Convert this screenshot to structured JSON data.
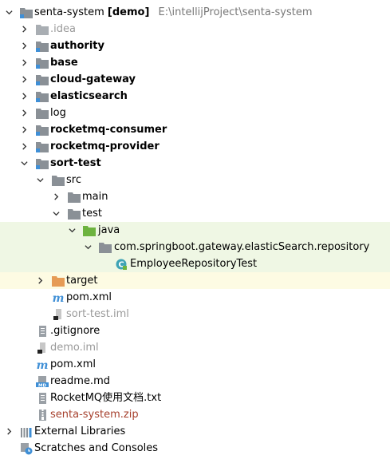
{
  "colors": {
    "folder_gray": "#8a9096",
    "folder_green": "#6db33f",
    "folder_orange": "#e69b55",
    "module_blue": "#3f8fd6",
    "class_teal": "#3ea3b5",
    "test_highlight": "#eff7e4",
    "excluded_highlight": "#fdfbe3",
    "dim_text": "#9a9a9a",
    "archive_text": "#a6402d"
  },
  "tree": {
    "root": {
      "label": "senta-system",
      "module_tag": "[demo]",
      "path": "E:\\intellijProject\\senta-system"
    },
    "items": [
      {
        "label": ".idea"
      },
      {
        "label": "authority"
      },
      {
        "label": "base"
      },
      {
        "label": "cloud-gateway"
      },
      {
        "label": "elasticsearch"
      },
      {
        "label": "log"
      },
      {
        "label": "rocketmq-consumer"
      },
      {
        "label": "rocketmq-provider"
      },
      {
        "label": "sort-test"
      },
      {
        "label": "src"
      },
      {
        "label": "main"
      },
      {
        "label": "test"
      },
      {
        "label": "java"
      },
      {
        "label": "com.springboot.gateway.elasticSearch.repository"
      },
      {
        "label": "EmployeeRepositoryTest"
      },
      {
        "label": "target"
      },
      {
        "label": "pom.xml"
      },
      {
        "label": "sort-test.iml"
      },
      {
        "label": ".gitignore"
      },
      {
        "label": "demo.iml"
      },
      {
        "label": "pom.xml"
      },
      {
        "label": "readme.md"
      },
      {
        "label": "RocketMQ使用文档.txt"
      },
      {
        "label": "senta-system.zip"
      }
    ],
    "external_libraries": "External Libraries",
    "scratches": "Scratches and Consoles"
  }
}
